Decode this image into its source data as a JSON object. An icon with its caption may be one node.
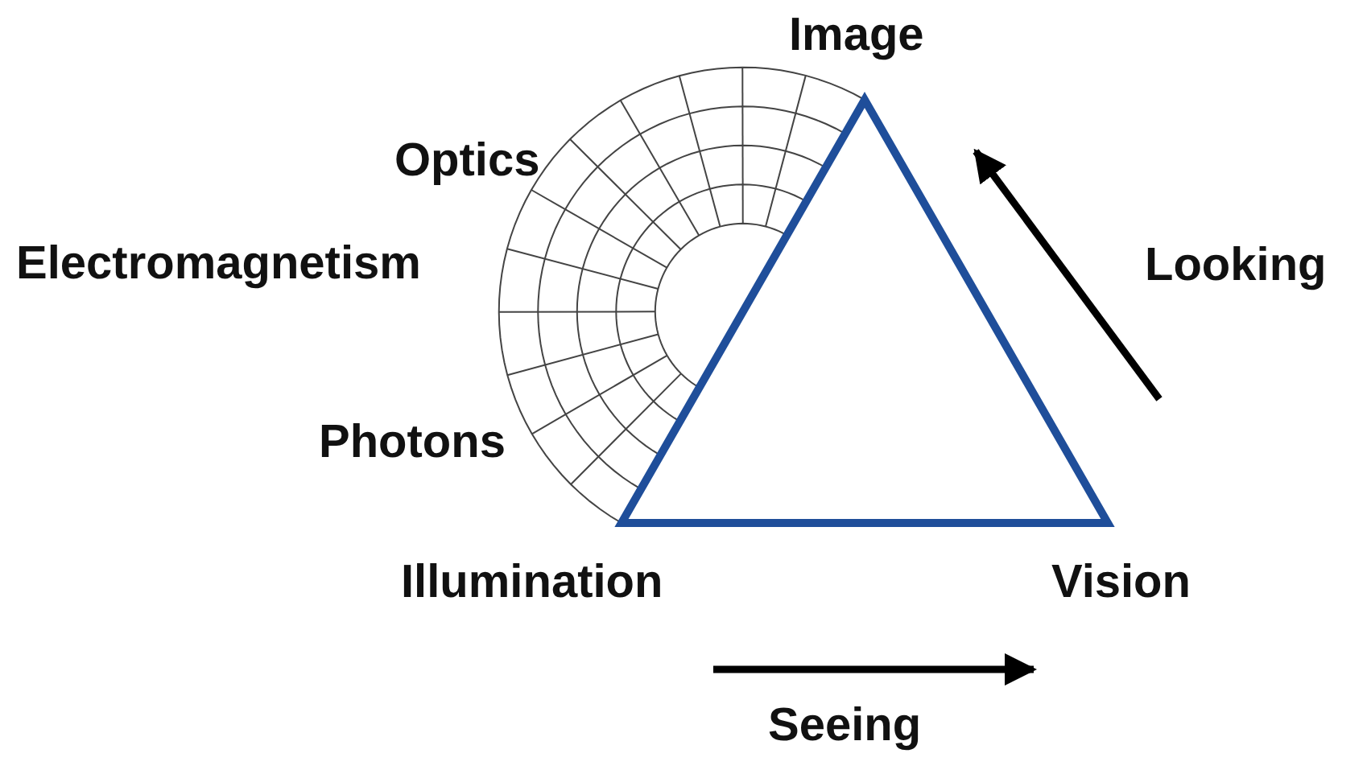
{
  "diagram": {
    "labels": [
      "Image",
      "Optics",
      "Electromagnetism",
      "Looking",
      "Photons",
      "Illumination",
      "Vision",
      "Seeing"
    ]
  }
}
